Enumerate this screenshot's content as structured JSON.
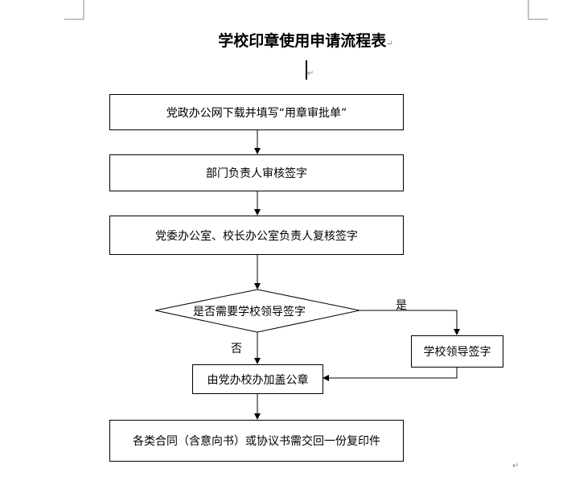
{
  "document": {
    "title": "学校印章使用申请流程表",
    "paragraph_mark": "↵"
  },
  "flowchart": {
    "step1": "党政办公网下载并填写“用章审批单”",
    "step2": "部门负责人审核签字",
    "step3": "党委办公室、校长办公室负责人复核签字",
    "decision": "是否需要学校领导签字",
    "yes_label": "是",
    "no_label": "否",
    "yes_step": "学校领导签字",
    "step4": "由党办校办加盖公章",
    "step5": "各类合同（含意向书）或协议书需交回一份复印件"
  }
}
